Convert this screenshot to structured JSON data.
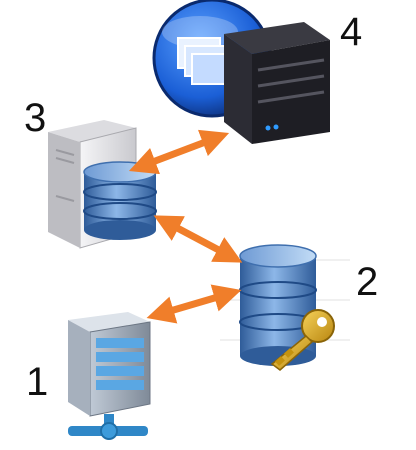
{
  "labels": {
    "n1": "1",
    "n2": "2",
    "n3": "3",
    "n4": "4"
  },
  "colors": {
    "arrow": "#f07e2a",
    "db_blue": "#3f6fae",
    "db_light": "#9cc0ea",
    "server_dark": "#1e1e24",
    "server_light": "#e4e4e8",
    "globe_blue": "#1b5fd6",
    "key_gold": "#d9a21e",
    "pipe_blue": "#2f87c7"
  },
  "icons": [
    "windows-globe-icon",
    "web-server-icon",
    "tower-server-icon",
    "database-icon",
    "database-key-icon",
    "network-server-icon"
  ]
}
